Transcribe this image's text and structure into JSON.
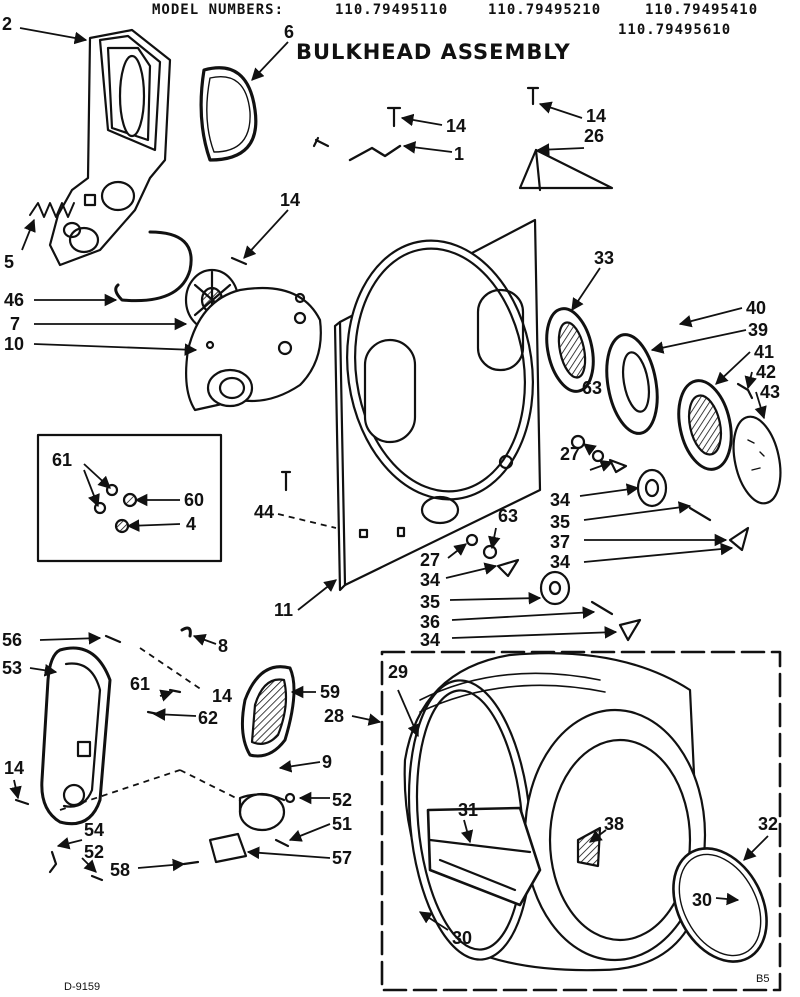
{
  "header": {
    "model_label": "MODEL NUMBERS:",
    "models": [
      "110.79495110",
      "110.79495210",
      "110.79495410",
      "110.79495610"
    ],
    "title": "BULKHEAD ASSEMBLY"
  },
  "callouts": {
    "c1": "1",
    "c2": "2",
    "c4": "4",
    "c5": "5",
    "c6": "6",
    "c7": "7",
    "c8": "8",
    "c9": "9",
    "c10": "10",
    "c11": "11",
    "c14a": "14",
    "c14b": "14",
    "c14c": "14",
    "c14d": "14",
    "c14e": "14",
    "c26": "26",
    "c27a": "27",
    "c27b": "27",
    "c28": "28",
    "c29": "29",
    "c30a": "30",
    "c30b": "30",
    "c31": "31",
    "c32": "32",
    "c33": "33",
    "c34a": "34",
    "c34b": "34",
    "c34c": "34",
    "c34d": "34",
    "c35a": "35",
    "c35b": "35",
    "c36": "36",
    "c37": "37",
    "c38": "38",
    "c39": "39",
    "c40": "40",
    "c41": "41",
    "c42": "42",
    "c43": "43",
    "c44": "44",
    "c46": "46",
    "c51": "51",
    "c52a": "52",
    "c52b": "52",
    "c53": "53",
    "c54": "54",
    "c56": "56",
    "c57": "57",
    "c58": "58",
    "c59": "59",
    "c60": "60",
    "c61a": "61",
    "c61b": "61",
    "c62": "62",
    "c63a": "63",
    "c63b": "63"
  },
  "footer": {
    "drawing_code": "D-9159",
    "corner_mark": "B5"
  }
}
